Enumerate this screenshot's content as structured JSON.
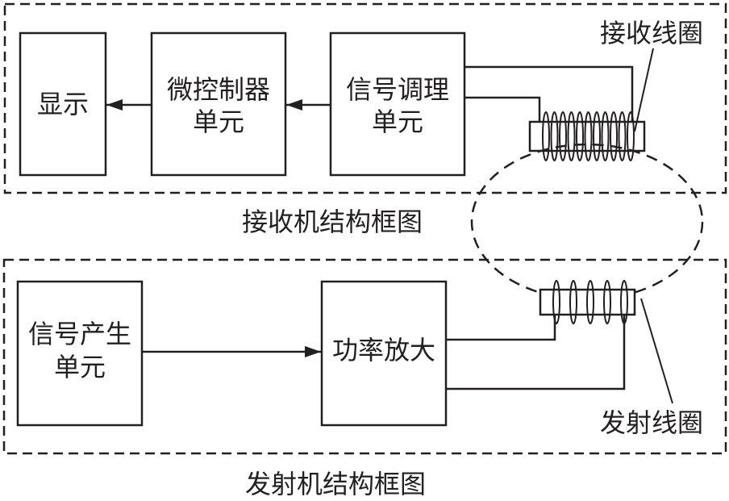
{
  "receiver": {
    "caption": "接收机结构框图",
    "blocks": {
      "display": [
        "显示"
      ],
      "mcu": [
        "微控制器",
        "单元"
      ],
      "conditioning": [
        "信号调理",
        "单元"
      ]
    },
    "coil_label": "接收线圈"
  },
  "transmitter": {
    "caption": "发射机结构框图",
    "blocks": {
      "signal_gen": [
        "信号产生",
        "单元"
      ],
      "power_amp": [
        "功率放大"
      ]
    },
    "coil_label": "发射线圈"
  },
  "colors": {
    "stroke": "#231f20",
    "background": "#ffffff"
  }
}
